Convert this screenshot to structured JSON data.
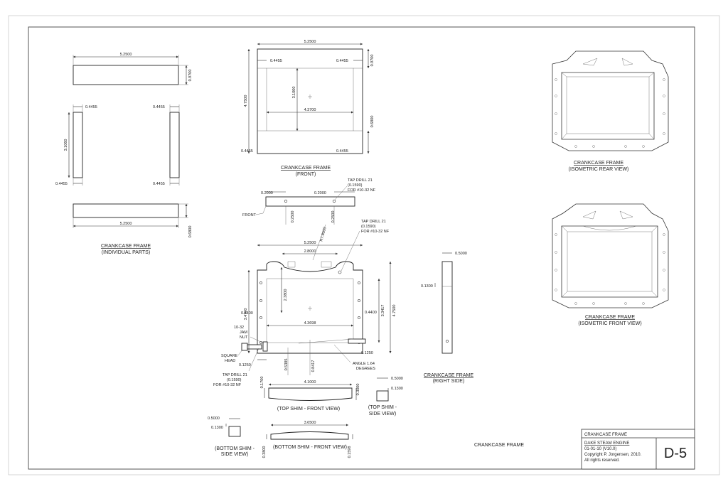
{
  "dims": {
    "ip_top_w": "5.2500",
    "ip_top_h": "0.9700",
    "ip_lt_w": "0.4455",
    "ip_rt_w": "0.4455",
    "ip_side_h": "3.1060",
    "ip_lb_w": "0.4455",
    "ip_rb_w": "0.4455",
    "ip_bot_w": "5.2500",
    "ip_bot_h": "0.6800",
    "fr_w": "5.2500",
    "fr_tl": "0.4455",
    "fr_tr": "0.4455",
    "fr_top_h": "0.9700",
    "fr_h": "4.7500",
    "fr_inner_h": "3.1000",
    "fr_inner_w": "4.3700",
    "fr_bot_h": "0.6800",
    "fr_bl": "0.4455",
    "fr_br": "0.4455",
    "sh_l": "0.2000",
    "sh_r": "0.2000",
    "sh_h1": "0.2500",
    "sh_h2": "0.2500",
    "front": "FRONT",
    "tap1_a": "TAP DRILL 21",
    "tap1_b": "(0.1590)",
    "tap1_c": "FOR #10-32 NF",
    "tap2_a": "TAP DRILL 21",
    "tap2_b": "(0.1590)",
    "tap2_c": "FOR #10-32 NF",
    "radius": "R7.8000",
    "ae_w": "5.2500",
    "ae_arc": "2.8000",
    "ae_h1": "3.4700",
    "ae_arc_h": "2.3800",
    "ae_l": "0.4400",
    "ae_r": "0.4400",
    "ae_inner": "4.3698",
    "ae_h2": "3.3417",
    "ae_h3": "4.7500",
    "jam1": "10-32",
    "jam2": "JAM",
    "jam3": "NUT",
    "sq1": "SQUARE",
    "sq2": "HEAD",
    "ae_bl": "0.1250",
    "ae_br": "0.1250",
    "ae_v1": "0.5385",
    "ae_v2": "0.8417",
    "angle1": "ANGLE 1.64",
    "angle2": "DEGREES",
    "tap3_a": "TAP DRILL 21",
    "tap3_b": "(0.1590)",
    "tap3_c": "FOR #10-32 NF",
    "rs_w": "0.5000",
    "rs_h": "0.1300",
    "ts_h1": "0.1700",
    "ts_w": "4.1000",
    "ts_h2": "0.3000",
    "tss_w": "0.5000",
    "tss_h": "0.1300",
    "bss_w": "0.5000",
    "bss_h": "0.1300",
    "bs_w": "3.6500",
    "bs_h1": "0.3800",
    "bs_h2": "0.1598"
  },
  "captions": {
    "ip_1": "CRANKCASE FRAME",
    "ip_2": "(INDIVIDUAL PARTS)",
    "fr_1": "CRANKCASE FRAME",
    "fr_2": "(FRONT)",
    "ir_1": "CRANKCASE FRAME",
    "ir_2": "(ISOMETRIC REAR VIEW)",
    "if_1": "CRANKCASE FRAME",
    "if_2": "(ISOMETRIC FRONT VIEW)",
    "rs_1": "CRANKCASE FRAME",
    "rs_2": "(RIGHT SIDE)",
    "tsf": "(TOP SHIM - FRONT VIEW)",
    "tss_1": "(TOP SHIM -",
    "tss_2": "SIDE VIEW)",
    "bss_1": "(BOTTOM SHIM -",
    "bss_2": "SIDE VIEW)",
    "bsf": "(BOTTOM SHIM - FRONT VIEW)",
    "sheet": "CRANKCASE FRAME"
  },
  "title_block": {
    "title": "CRANKCASE FRAME",
    "project": "DAKE STEAM ENGINE",
    "date": "01-01-10  (V10.0)",
    "copyright": "Copyright P. Jorgensen, 2010.",
    "rights": "All rights reserved.",
    "sheet_no": "D-5"
  }
}
